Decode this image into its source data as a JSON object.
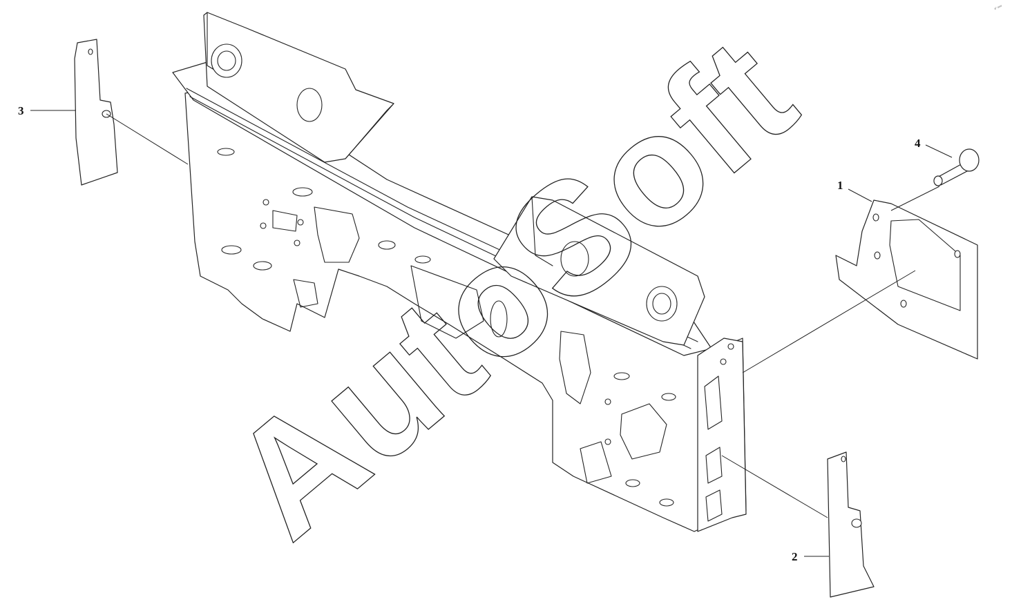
{
  "diagram": {
    "callouts": [
      {
        "id": "callout-1",
        "label": "1"
      },
      {
        "id": "callout-2",
        "label": "2"
      },
      {
        "id": "callout-3",
        "label": "3"
      },
      {
        "id": "callout-4",
        "label": "4"
      }
    ],
    "watermark": "AutoSoft",
    "corner_mark": "a° ооо",
    "line_color": "#222222",
    "background": "#ffffff"
  }
}
